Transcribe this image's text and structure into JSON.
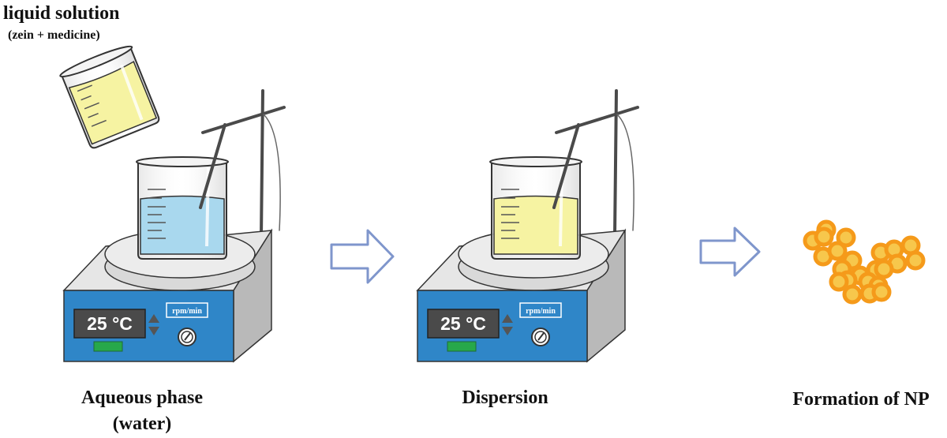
{
  "pour_label": {
    "title": "liquid solution",
    "subtitle": "(zein + medicine)"
  },
  "steps": [
    {
      "label_line1": "Aqueous phase",
      "label_line2": "(water)",
      "liquid": "water",
      "temperature": "25 °C",
      "speed_unit": "rpm/min"
    },
    {
      "label_line1": "Dispersion",
      "label_line2": "",
      "liquid": "zein solution",
      "temperature": "25 °C",
      "speed_unit": "rpm/min"
    },
    {
      "label_line1": "Formation of NP",
      "label_line2": ""
    }
  ],
  "icons": [
    "beaker-icon",
    "stirring-rod-icon",
    "hotplate-stirrer-icon",
    "arrow-right-icon",
    "nanoparticle-icon"
  ],
  "colors": {
    "water": "#a9d8ee",
    "zein_solution": "#f6f3a2",
    "stirrer_panel": "#2f86c8",
    "stirrer_body": "#d4d4d4",
    "power_light": "#27a84a",
    "process_arrow": "#7f96cc",
    "nanoparticle_ring": "#f59a1a",
    "nanoparticle_core": "#f7c74c"
  }
}
